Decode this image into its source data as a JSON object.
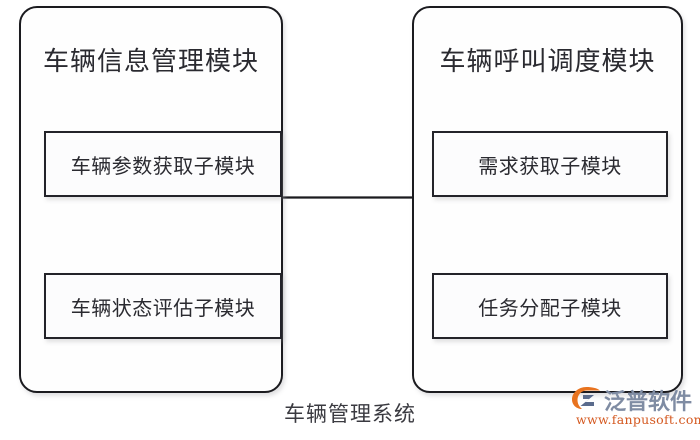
{
  "diagram": {
    "caption": "车辆管理系统",
    "modules": [
      {
        "id": "vehicle-info-management",
        "title": "车辆信息管理模块",
        "submodules": [
          {
            "id": "vehicle-parameter-acquisition",
            "label": "车辆参数获取子模块"
          },
          {
            "id": "vehicle-status-evaluation",
            "label": "车辆状态评估子模块"
          }
        ]
      },
      {
        "id": "vehicle-call-dispatch",
        "title": "车辆呼叫调度模块",
        "submodules": [
          {
            "id": "demand-acquisition",
            "label": "需求获取子模块"
          },
          {
            "id": "task-assignment",
            "label": "任务分配子模块"
          }
        ]
      }
    ],
    "connectors": [
      {
        "id": "left-vertical-arrow",
        "type": "arrow",
        "direction": "down"
      },
      {
        "id": "right-vertical-arrow",
        "type": "arrow",
        "direction": "down"
      },
      {
        "id": "module-link",
        "type": "line",
        "direction": "horizontal"
      }
    ],
    "colors": {
      "stroke": "#1b1b1f",
      "box_fill": "#fcfcfd",
      "text": "#2a2a30",
      "background": "#ffffff"
    }
  },
  "watermark": {
    "brand": "泛普软件",
    "url": "www.fanpusoft.com",
    "logo_colors": {
      "orange": "#e8731f",
      "blue": "#5a6b8c"
    }
  }
}
